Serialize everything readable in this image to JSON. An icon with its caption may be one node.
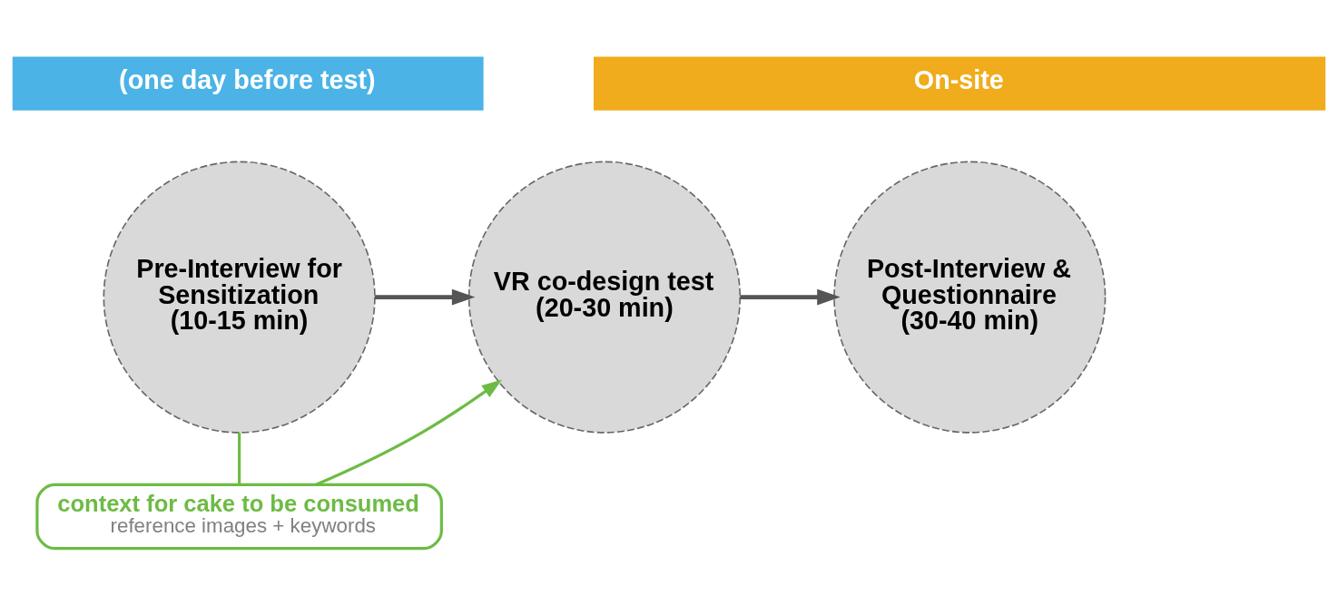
{
  "diagram": {
    "nodes": [
      {
        "text": [
          "(one day before test)"
        ]
      },
      {
        "text": [
          "On-site"
        ]
      },
      {
        "text": [
          "Pre-Interview for Sensitization (10-15 min)"
        ]
      },
      {
        "text": [
          "VR co-design test (20-30 min)"
        ]
      },
      {
        "text": [
          "Post-Interview & Questionnaire (30-40 min)"
        ]
      },
      {
        "text": [
          "context for cake to be consumed",
          "reference images + keywords"
        ]
      }
    ],
    "edges": [
      {
        "from": 2,
        "to": 3,
        "arrow": "to"
      },
      {
        "from": 3,
        "to": 4,
        "arrow": "to"
      },
      {
        "from": 2,
        "to": 5,
        "arrow": "none",
        "color": "#6dbb45"
      },
      {
        "from": 5,
        "to": 3,
        "arrow": "to",
        "color": "#6dbb45"
      }
    ]
  }
}
